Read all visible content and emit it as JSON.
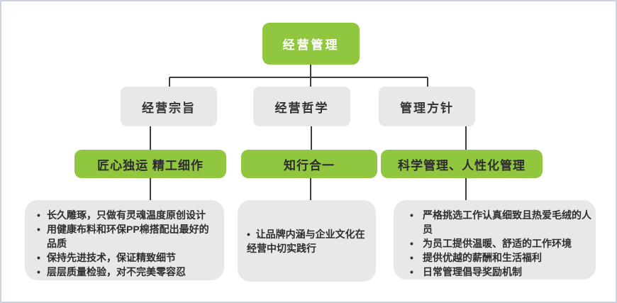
{
  "diagram": {
    "title": "经营管理",
    "colors": {
      "accent_green": "#90c73e",
      "node_gray": "#e8e8e8",
      "connector": "#3a3f46",
      "frame_border": "#ccd2de",
      "text_dark": "#303030",
      "text_white": "#ffffff"
    },
    "columns": [
      {
        "category": "经营宗旨",
        "slogan": "匠心独运  精工细作",
        "bullets": [
          "长久雕琢，只做有灵魂温度原创设计",
          "用健康布料和环保PP棉搭配出最好的品质",
          "保持先进技术，保证精致细节",
          "层层质量检验，对不完美零容忍"
        ]
      },
      {
        "category": "经营哲学",
        "slogan": "知行合一",
        "bullets": [
          "让品牌内涵与企业文化在经营中切实践行"
        ]
      },
      {
        "category": "管理方针",
        "slogan": "科学管理、人性化管理",
        "bullets": [
          "严格挑选工作认真细致且热爱毛绒的人员",
          "为员工提供温暖、舒适的工作环境",
          "提供优越的薪酬和生活福利",
          "日常管理倡导奖励机制"
        ]
      }
    ]
  }
}
